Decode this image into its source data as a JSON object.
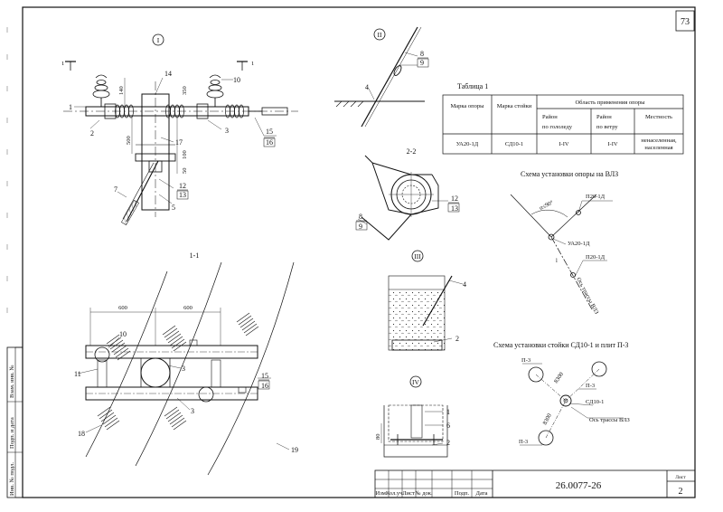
{
  "sheet_number": "73",
  "doc_code": "26.0077-26",
  "sheet_label": "Лист",
  "sheet_value": "2",
  "stamp_headers": [
    "Изм.",
    "Кол.уч.",
    "Лист",
    "№ док.",
    "Подп.",
    "Дата"
  ],
  "side_stamp": [
    "Инв. № подл.",
    "Подп. и дата",
    "Взам. инв. №"
  ],
  "views": {
    "view1": "I",
    "view2": "II",
    "view3": "III",
    "view4": "IV",
    "section22": "2-2",
    "section11": "1-1",
    "cut_mark": "1"
  },
  "table": {
    "title": "Таблица 1",
    "headers": {
      "mark": "Марка опоры",
      "post": "Марка стойки",
      "area": "Область применения опоры",
      "ice": [
        "Район",
        "по гололеду"
      ],
      "wind": [
        "Район",
        "по ветру"
      ],
      "terrain": "Местность"
    },
    "row": {
      "mark": "УА20-1Д",
      "post": "СД10-1",
      "ice": "I-IV",
      "wind": "I-IV",
      "terrain": [
        "ненаселенная,",
        "населенная"
      ]
    }
  },
  "scheme1": {
    "title": "Схема установки опоры на ВЛЗ",
    "p1": "П20-1Д",
    "p2": "УА20-1Д",
    "p3": "П20-1Д",
    "angle": "α≤90°",
    "axis": "Ось трассы ВЛЗ",
    "dim": "l"
  },
  "scheme2": {
    "title": "Схема установки стойки СД10-1 и плит П-3",
    "p1": "П-3",
    "p2": "П-3",
    "p3": "П-3",
    "post": "СД10-1",
    "d1": "8300",
    "d2": "8300",
    "axis": "Ось трассы ВЛЗ"
  },
  "dims": {
    "d140": "140",
    "d350": "350",
    "d500": "500",
    "d100": "100",
    "d50": "50",
    "d600a": "600",
    "d600b": "600",
    "d80": "80"
  },
  "callouts": {
    "c1": "1",
    "c2": "2",
    "c3": "3",
    "c4": "4",
    "c5": "5",
    "c6": "6",
    "c7": "7",
    "c8": "8",
    "c9": "9",
    "c10": "10",
    "c11": "11",
    "c12": "12",
    "c13": "13",
    "c14": "14",
    "c15": "15",
    "c16": "16",
    "c17": "17",
    "c18": "18",
    "c19": "19"
  }
}
